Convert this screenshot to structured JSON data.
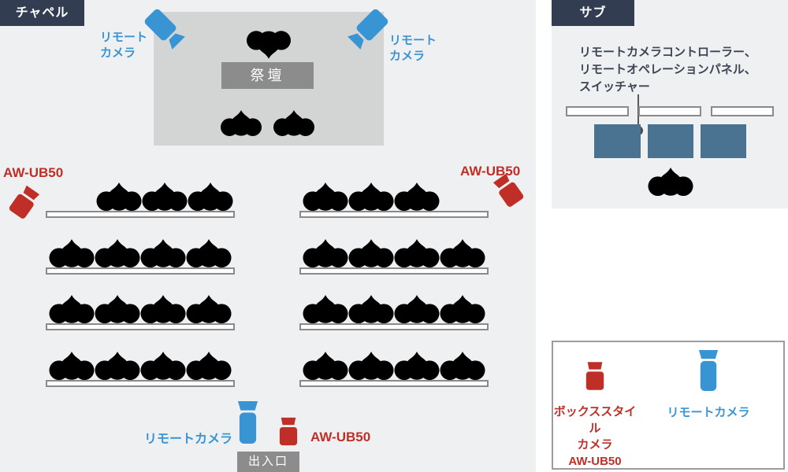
{
  "chapel": {
    "title": "チャペル",
    "altar_label": "祭壇",
    "entrance_label": "出入口",
    "remote_camera_two_line": {
      "line1": "リモート",
      "line2": "カメラ"
    },
    "remote_camera_label": "リモートカメラ",
    "box_camera_model": "AW-UB50"
  },
  "sub": {
    "title": "サブ",
    "equipment_note": {
      "line1": "リモートカメラコントローラー、",
      "line2": "リモートオペレーションパネル、",
      "line3": "スイッチャー"
    }
  },
  "legend": {
    "box_camera": {
      "line1": "ボックススタイル",
      "line2": "カメラ",
      "line3": "AW-UB50"
    },
    "remote_camera_label": "リモートカメラ"
  },
  "seating": {
    "left_column_rows": [
      {
        "people": 3,
        "align": "right"
      },
      {
        "people": 4,
        "align": "left"
      },
      {
        "people": 4,
        "align": "left"
      },
      {
        "people": 4,
        "align": "left"
      }
    ],
    "right_column_rows": [
      {
        "people": 3,
        "align": "left"
      },
      {
        "people": 4,
        "align": "left"
      },
      {
        "people": 4,
        "align": "left"
      },
      {
        "people": 4,
        "align": "left"
      }
    ]
  },
  "colors": {
    "accent_navy": "#333d52",
    "remote_camera_blue": "#3994d4",
    "box_camera_red": "#bf2f28",
    "console_blue": "#4a7392",
    "person_gray": "#a2a2a2",
    "stage_gray": "#d3d4d4",
    "panel_gray": "#eff0f1",
    "badge_gray": "#8c8c8c"
  }
}
